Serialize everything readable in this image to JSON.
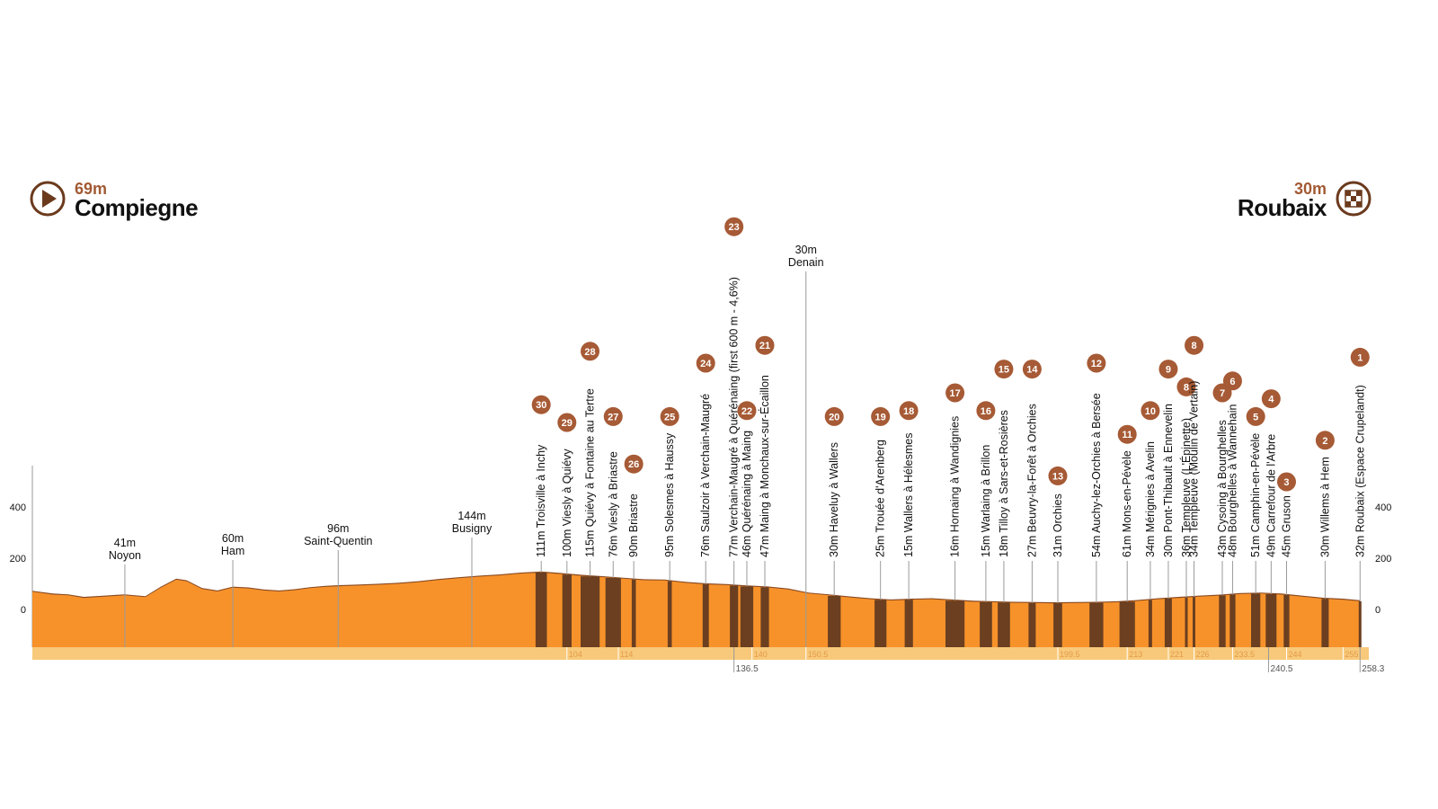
{
  "colors": {
    "profile_fill": "#f7922a",
    "profile_dark": "#8a4a22",
    "sector_fill": "#6b3f20",
    "badge_fill": "#a65a35",
    "baseline_strip": "#f8c97a",
    "leader_line": "#9a9a9a",
    "text": "#111111",
    "accent_text": "#a25a34"
  },
  "start": {
    "altitude": "69m",
    "name": "Compiegne",
    "icon": "play-icon"
  },
  "finish": {
    "altitude": "30m",
    "name": "Roubaix",
    "icon": "checkered-flag-icon"
  },
  "chart_data": {
    "type": "area",
    "title": "",
    "xlabel": "",
    "ylabel": "",
    "xlim": [
      0,
      260
    ],
    "ylim": [
      -150,
      600
    ],
    "y_ticks": [
      "400",
      "200",
      "0"
    ],
    "y_tick_values": [
      400,
      200,
      0
    ],
    "x_ticks": [
      "104",
      "114",
      "136.5",
      "140",
      "150.5",
      "199.5",
      "213",
      "221",
      "226",
      "233.5",
      "240.5",
      "244",
      "255",
      "258.3"
    ],
    "profile": {
      "x": [
        0,
        4,
        7,
        10,
        14,
        18,
        22,
        25,
        28,
        30,
        33,
        36,
        39,
        42,
        45,
        48,
        51,
        54,
        57,
        60,
        63,
        67,
        71,
        75,
        79,
        83,
        87,
        91,
        95,
        99,
        103,
        107,
        111,
        115,
        119,
        123,
        127,
        131,
        135,
        139,
        143,
        147,
        151,
        155,
        159,
        163,
        167,
        171,
        175,
        179,
        183,
        187,
        191,
        195,
        199,
        203,
        207,
        211,
        215,
        219,
        223,
        227,
        231,
        235,
        239,
        243,
        247,
        251,
        255,
        258.3
      ],
      "y": [
        69,
        58,
        55,
        45,
        50,
        55,
        48,
        85,
        116,
        110,
        80,
        70,
        85,
        82,
        74,
        70,
        75,
        83,
        88,
        91,
        93,
        96,
        100,
        106,
        115,
        122,
        128,
        133,
        140,
        144,
        138,
        131,
        126,
        120,
        114,
        113,
        104,
        98,
        95,
        90,
        86,
        78,
        62,
        55,
        47,
        40,
        35,
        38,
        40,
        35,
        30,
        28,
        26,
        25,
        24,
        25,
        26,
        28,
        33,
        40,
        45,
        50,
        54,
        60,
        62,
        58,
        50,
        42,
        38,
        32
      ]
    },
    "towns": [
      {
        "x": 18,
        "alt": "41m",
        "name": "Noyon"
      },
      {
        "x": 39,
        "alt": "60m",
        "name": "Ham"
      },
      {
        "x": 59.5,
        "alt": "96m",
        "name": "Saint-Quentin"
      },
      {
        "x": 85.5,
        "alt": "144m",
        "name": "Busigny"
      },
      {
        "x": 150.5,
        "alt": "30m",
        "name": "Denain"
      }
    ],
    "sectors": [
      {
        "num": "30",
        "label": "111m Troisville à Inchy",
        "x": 99,
        "w": 2.2
      },
      {
        "num": "29",
        "label": "100m Viesly à Quiévy",
        "x": 104,
        "w": 1.8
      },
      {
        "num": "28",
        "label": "115m Quiévy à Fontaine au Tertre",
        "x": 108.5,
        "w": 3.7
      },
      {
        "num": "27",
        "label": "76m Viesly à Briastre",
        "x": 113,
        "w": 3.0
      },
      {
        "num": "26",
        "label": "90m  Briastre",
        "x": 117,
        "w": 0.8
      },
      {
        "num": "25",
        "label": "95m Solesmes à Haussy",
        "x": 124,
        "w": 0.8
      },
      {
        "num": "24",
        "label": "76m Saulzoir à Verchain-Maugré",
        "x": 131,
        "w": 1.2
      },
      {
        "num": "23",
        "label": "77m Verchain-Maugré à Quérénaing (first 600 m - 4,6%)",
        "x": 136.5,
        "w": 1.6
      },
      {
        "num": "22",
        "label": "46m Quérénaing à Maing",
        "x": 139,
        "w": 2.5
      },
      {
        "num": "21",
        "label": "47m Maing à Monchaux-sur-Écaillon",
        "x": 142.5,
        "w": 1.6
      },
      {
        "num": "20",
        "label": "30m Haveluy à Wallers",
        "x": 156,
        "w": 2.5
      },
      {
        "num": "19",
        "label": "25m Trouée d'Arenberg",
        "x": 165,
        "w": 2.3
      },
      {
        "num": "18",
        "label": "15m Wallers à Hélesmes",
        "x": 170.5,
        "w": 1.6
      },
      {
        "num": "17",
        "label": "16m Hornaing à Wandignies",
        "x": 179.5,
        "w": 3.7
      },
      {
        "num": "16",
        "label": "15m Warlaing à Brillon",
        "x": 185.5,
        "w": 2.4
      },
      {
        "num": "15",
        "label": "18m Tilloy à Sars-et-Rosières",
        "x": 189,
        "w": 2.4
      },
      {
        "num": "14",
        "label": "27m Beuvry-la-Forêt à Orchies",
        "x": 194.5,
        "w": 1.4
      },
      {
        "num": "13",
        "label": "31m Orchies",
        "x": 199.5,
        "w": 1.7
      },
      {
        "num": "12",
        "label": "54m Auchy-lez-Orchies à Bersée",
        "x": 207,
        "w": 2.7
      },
      {
        "num": "11",
        "label": "61m Mons-en-Pévèle",
        "x": 213,
        "w": 3.0
      },
      {
        "num": "10",
        "label": "34m Mérignies à Avelin",
        "x": 217.5,
        "w": 0.7
      },
      {
        "num": "9",
        "label": "30m Pont-Thibault à Ennevelin",
        "x": 221,
        "w": 1.4
      },
      {
        "num": "8",
        "label": "36m Templeuve (L'Épinette)",
        "x": 224.5,
        "w": 0.2
      },
      {
        "num": "8",
        "label": "34m Templeuve (Moulin de Vertain)",
        "x": 226,
        "w": 0.5
      },
      {
        "num": "7",
        "label": "43m Cysoing à Bourghelles",
        "x": 231.5,
        "w": 1.3
      },
      {
        "num": "6",
        "label": "48m Bourghelles à Wannehain",
        "x": 233.5,
        "w": 1.1
      },
      {
        "num": "5",
        "label": "51m Camphin-en-Pévèle",
        "x": 238,
        "w": 1.8
      },
      {
        "num": "4",
        "label": "49m Carrefour de l'Arbre",
        "x": 241,
        "w": 2.1
      },
      {
        "num": "3",
        "label": "45m Gruson",
        "x": 244,
        "w": 1.1
      },
      {
        "num": "2",
        "label": "30m Willems à Hem",
        "x": 251.5,
        "w": 1.4
      },
      {
        "num": "1",
        "label": "32m Roubaix (Espace Crupelandt)",
        "x": 258.3,
        "w": 0.3
      }
    ]
  }
}
